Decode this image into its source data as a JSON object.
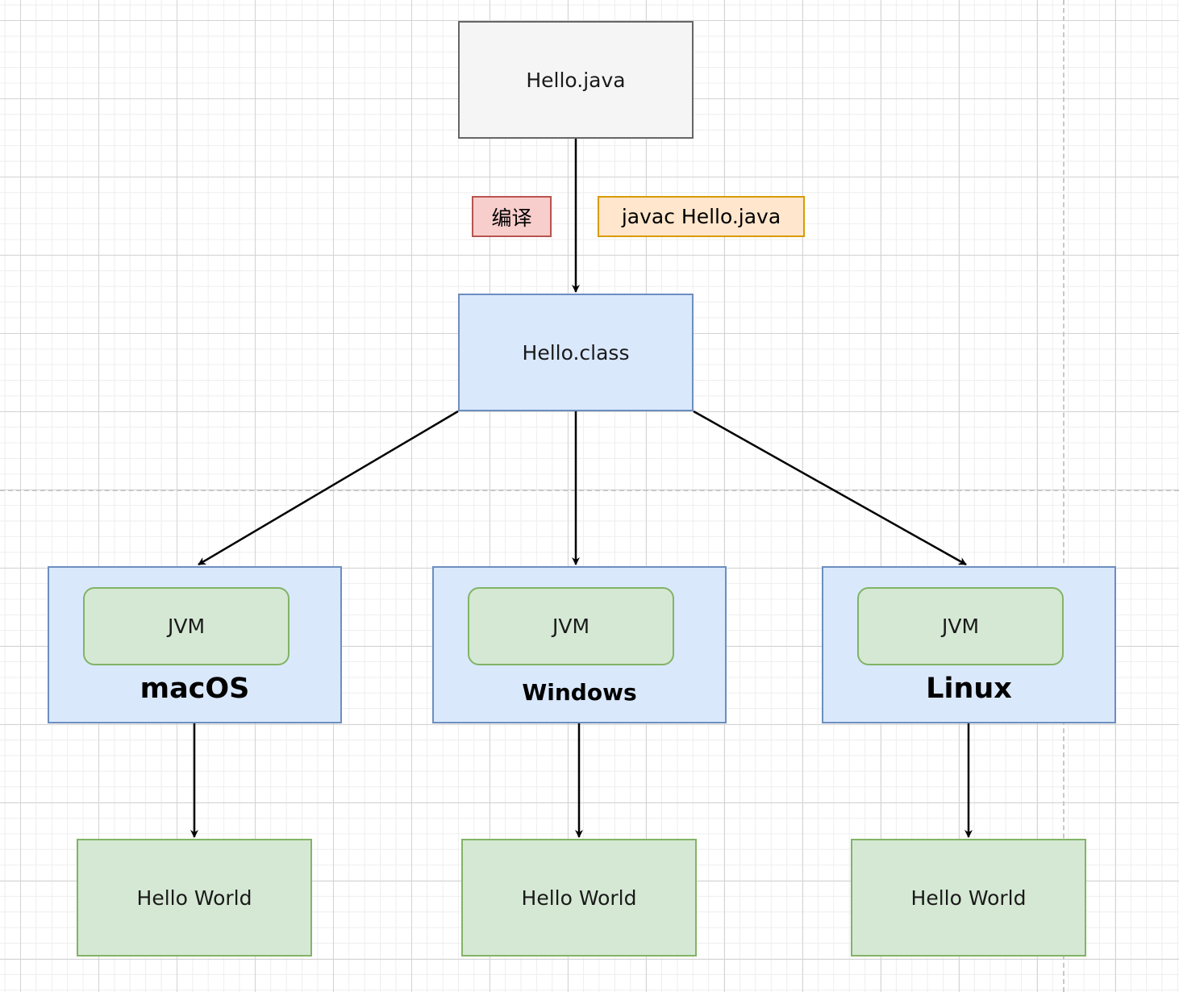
{
  "diagram": {
    "source_file": "Hello.java",
    "compile_label": "编译",
    "compile_command": "javac Hello.java",
    "bytecode_file": "Hello.class",
    "platforms": [
      {
        "os": "macOS",
        "runtime": "JVM",
        "output": "Hello World"
      },
      {
        "os": "Windows",
        "runtime": "JVM",
        "output": "Hello World"
      },
      {
        "os": "Linux",
        "runtime": "JVM",
        "output": "Hello World"
      }
    ],
    "colors": {
      "source_fill": "#f5f5f5",
      "source_stroke": "#666666",
      "bytecode_fill": "#dae8fc",
      "bytecode_stroke": "#6c8ebf",
      "jvm_fill": "#d5e8d4",
      "jvm_stroke": "#82b366",
      "compile_tag_fill": "#f8cecc",
      "compile_tag_stroke": "#b85450",
      "command_tag_fill": "#ffe6cc",
      "command_tag_stroke": "#d79b00",
      "edge": "#000000"
    }
  }
}
